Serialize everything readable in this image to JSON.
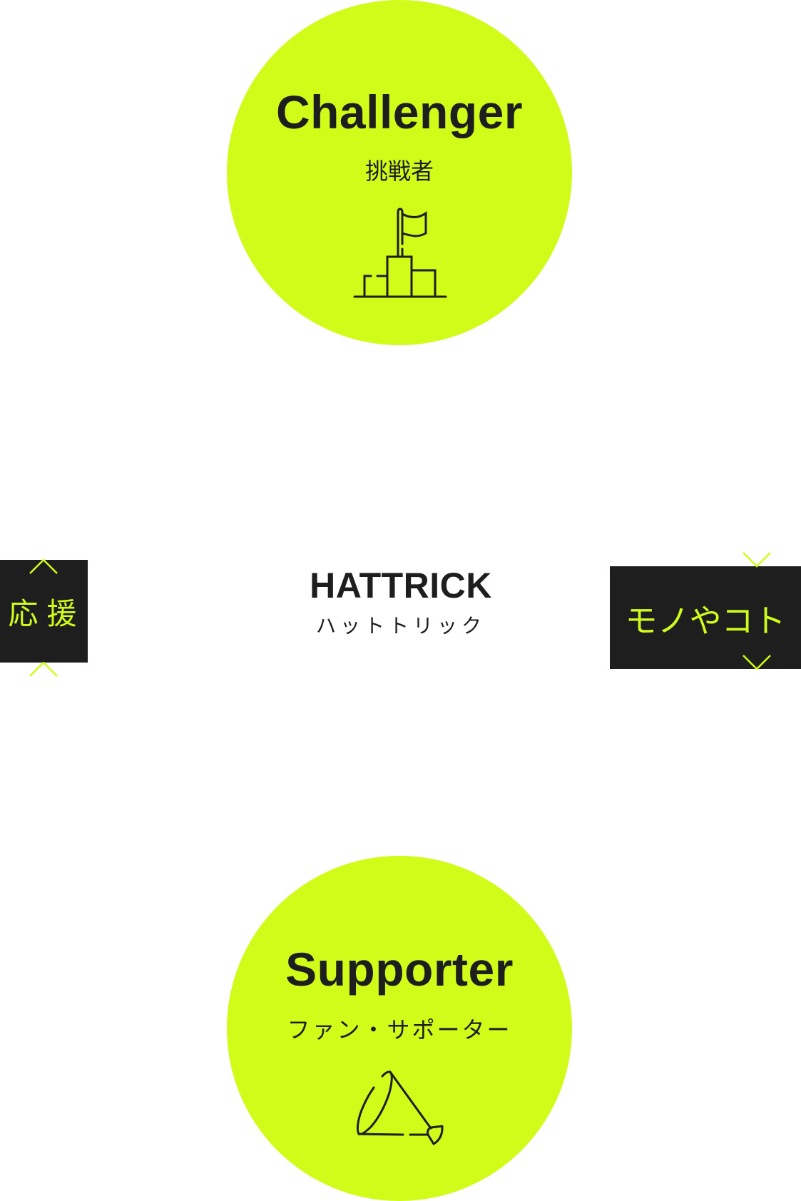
{
  "colors": {
    "accent": "#d1fc1a",
    "dark": "#1e1e1e",
    "background": "#ffffff"
  },
  "top_node": {
    "title": "Challenger",
    "subtitle": "挑戦者",
    "icon": "podium-flag-icon"
  },
  "center": {
    "title": "HATTRICK",
    "subtitle": "ハットトリック"
  },
  "left_box": {
    "label": "応援",
    "arrow_direction": "up",
    "icon": "chevron-up-icon"
  },
  "right_box": {
    "label": "モノやコト",
    "arrow_direction": "down",
    "icon": "chevron-down-icon"
  },
  "bottom_node": {
    "title": "Supporter",
    "subtitle": "ファン・サポーター",
    "icon": "megaphone-icon"
  }
}
